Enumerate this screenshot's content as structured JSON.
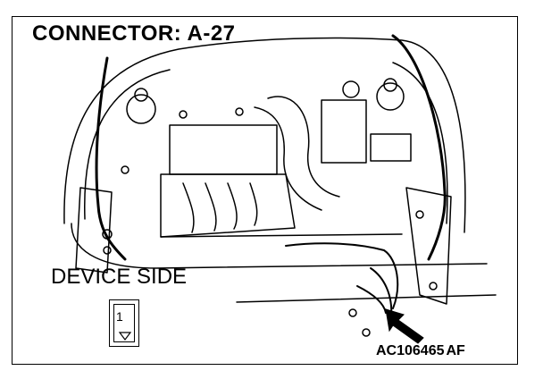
{
  "diagram": {
    "title": "CONNECTOR: A-27",
    "device_side_label": "DEVICE SIDE",
    "connector_pin": "1",
    "figure_code": "AC106465",
    "figure_suffix": "AF"
  }
}
